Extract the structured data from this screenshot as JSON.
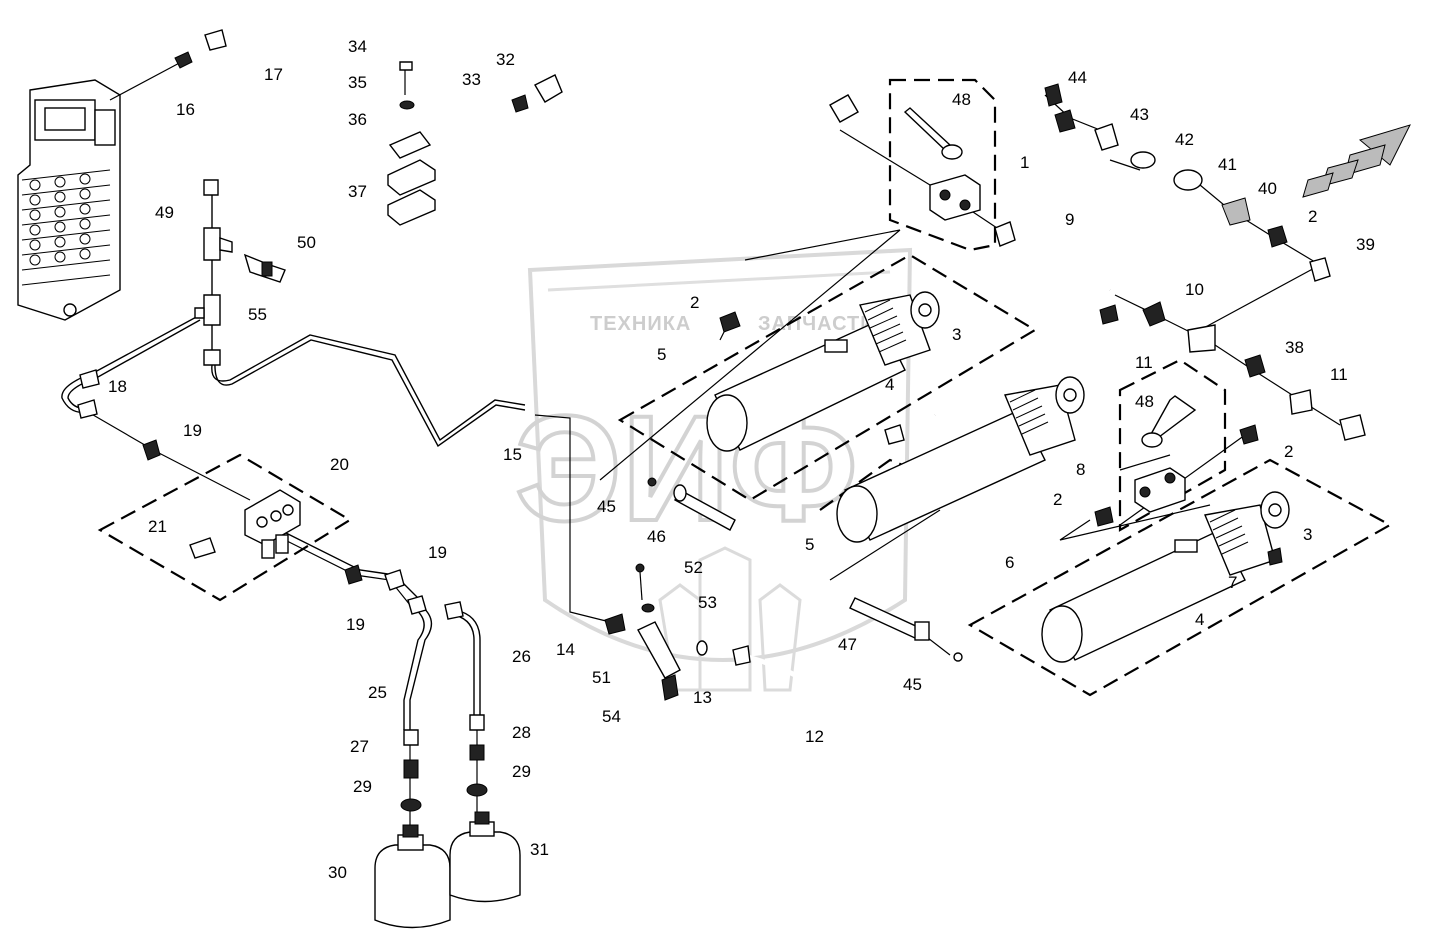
{
  "watermark": {
    "left_text": "ТЕХНИКА",
    "right_text": "ЗАПЧАСТИ",
    "big_text": "ЭИФ"
  },
  "part_labels": [
    {
      "id": "l1",
      "text": "1"
    },
    {
      "id": "l2a",
      "text": "2"
    },
    {
      "id": "l2b",
      "text": "2"
    },
    {
      "id": "l2c",
      "text": "2"
    },
    {
      "id": "l2d",
      "text": "2"
    },
    {
      "id": "l3a",
      "text": "3"
    },
    {
      "id": "l3b",
      "text": "3"
    },
    {
      "id": "l4a",
      "text": "4"
    },
    {
      "id": "l4b",
      "text": "4"
    },
    {
      "id": "l5a",
      "text": "5"
    },
    {
      "id": "l5b",
      "text": "5"
    },
    {
      "id": "l6",
      "text": "6"
    },
    {
      "id": "l7",
      "text": "7"
    },
    {
      "id": "l8",
      "text": "8"
    },
    {
      "id": "l9",
      "text": "9"
    },
    {
      "id": "l10",
      "text": "10"
    },
    {
      "id": "l11a",
      "text": "11"
    },
    {
      "id": "l11b",
      "text": "11"
    },
    {
      "id": "l12",
      "text": "12"
    },
    {
      "id": "l13",
      "text": "13"
    },
    {
      "id": "l14",
      "text": "14"
    },
    {
      "id": "l15",
      "text": "15"
    },
    {
      "id": "l16",
      "text": "16"
    },
    {
      "id": "l17",
      "text": "17"
    },
    {
      "id": "l18",
      "text": "18"
    },
    {
      "id": "l19a",
      "text": "19"
    },
    {
      "id": "l19b",
      "text": "19"
    },
    {
      "id": "l19c",
      "text": "19"
    },
    {
      "id": "l20",
      "text": "20"
    },
    {
      "id": "l21",
      "text": "21"
    },
    {
      "id": "l25",
      "text": "25"
    },
    {
      "id": "l26",
      "text": "26"
    },
    {
      "id": "l27",
      "text": "27"
    },
    {
      "id": "l28",
      "text": "28"
    },
    {
      "id": "l29a",
      "text": "29"
    },
    {
      "id": "l29b",
      "text": "29"
    },
    {
      "id": "l30",
      "text": "30"
    },
    {
      "id": "l31",
      "text": "31"
    },
    {
      "id": "l32",
      "text": "32"
    },
    {
      "id": "l33",
      "text": "33"
    },
    {
      "id": "l34",
      "text": "34"
    },
    {
      "id": "l35",
      "text": "35"
    },
    {
      "id": "l36",
      "text": "36"
    },
    {
      "id": "l37",
      "text": "37"
    },
    {
      "id": "l38",
      "text": "38"
    },
    {
      "id": "l39",
      "text": "39"
    },
    {
      "id": "l40",
      "text": "40"
    },
    {
      "id": "l41",
      "text": "41"
    },
    {
      "id": "l42",
      "text": "42"
    },
    {
      "id": "l43",
      "text": "43"
    },
    {
      "id": "l44",
      "text": "44"
    },
    {
      "id": "l45a",
      "text": "45"
    },
    {
      "id": "l45b",
      "text": "45"
    },
    {
      "id": "l46",
      "text": "46"
    },
    {
      "id": "l47",
      "text": "47"
    },
    {
      "id": "l48a",
      "text": "48"
    },
    {
      "id": "l48b",
      "text": "48"
    },
    {
      "id": "l49",
      "text": "49"
    },
    {
      "id": "l50",
      "text": "50"
    },
    {
      "id": "l51",
      "text": "51"
    },
    {
      "id": "l52",
      "text": "52"
    },
    {
      "id": "l53",
      "text": "53"
    },
    {
      "id": "l54",
      "text": "54"
    },
    {
      "id": "l55",
      "text": "55"
    }
  ]
}
